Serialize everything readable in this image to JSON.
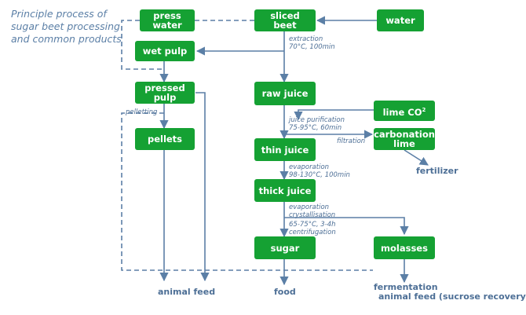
{
  "title": {
    "line1": "Principle process of",
    "line2": "sugar beet processing",
    "line3": "and common products"
  },
  "boxes": {
    "press_water": [
      "press",
      "water"
    ],
    "sliced_beet": [
      "sliced",
      "beet"
    ],
    "water": "water",
    "wet_pulp": "wet pulp",
    "pressed_pulp": [
      "pressed",
      "pulp"
    ],
    "pellets": "pellets",
    "raw_juice": "raw juice",
    "lime_co2": {
      "text": "lime CO",
      "sup": "2"
    },
    "thin_juice": "thin juice",
    "carbonation_lime": [
      "carbonation",
      "lime"
    ],
    "thick_juice": "thick juice",
    "sugar": "sugar",
    "molasses": "molasses"
  },
  "notes": {
    "extraction": [
      "extraction",
      "70°C, 100min"
    ],
    "pelletting": "pelletting",
    "juice_purification": [
      "juice purification",
      "75-95°C, 60min"
    ],
    "filtration": "filtration",
    "evaporation": [
      "evaporation",
      "98-130°C, 100min"
    ],
    "crystallisation": [
      "evaporation",
      "crystallisation"
    ],
    "centrifugation": [
      "65-75°C, 3-4h",
      "centrifugation"
    ]
  },
  "outputs": {
    "animal_feed": "animal feed",
    "food": "food",
    "fertilizer": "fertilizer",
    "fermentation": "fermentation",
    "animal_feed_sucrose": "animal feed (sucrose recovery)"
  },
  "colors": {
    "box": "#15a133",
    "line": "#5b7fa6",
    "text": "#4d6f96"
  }
}
